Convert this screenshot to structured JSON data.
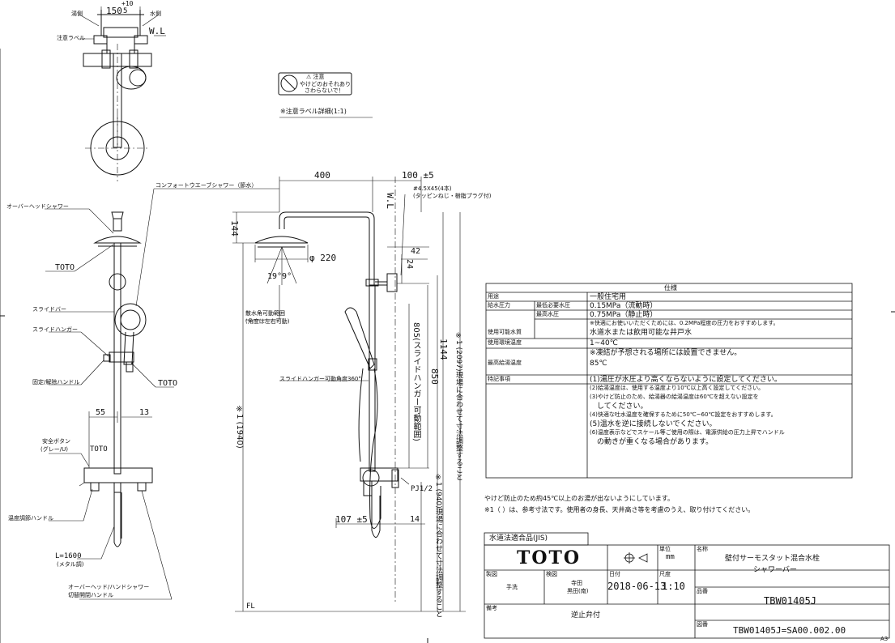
{
  "left_view": {
    "top_labels": {
      "hot": "湯側",
      "water": "水側",
      "dim_150": "150",
      "dim_5": "5",
      "dim_plus10": "+10",
      "wl": "W.L",
      "caution_label": "注意ラベル"
    },
    "labels": {
      "overhead_shower": "オーバーヘッドシャワー",
      "toto1": "TOTO",
      "slide_bar": "スライドバー",
      "slide_hanger": "スライドハンガー",
      "lock_handle": "固定/解除ハンドル",
      "toto2": "TOTO",
      "dim_55": "55",
      "dim_13": "13",
      "safety_button": "安全ボタン",
      "safety_button_gray": "(グレー/U)",
      "toto3": "TOTO",
      "temp_handle": "温度調節ハンドル",
      "hose_length": "L=1600",
      "hose_type": "(メタル調)",
      "switch_handle_1": "オーバーヘッド/ハンドシャワー",
      "switch_handle_2": "切替開閉ハンドル",
      "comfort_wave": "コンフォートウエーブシャワー（節水）"
    }
  },
  "caution": {
    "title": "⚠ 注意",
    "line1": "やけどのおそれあり",
    "line2": "さわらないで！",
    "caption": "※注意ラベル詳細(1:1)"
  },
  "right_view": {
    "dim_400": "400",
    "dim_100": "100 ±5",
    "wl": "W.L",
    "screw": "#4.5X45(4本)",
    "screw_note": "(タッピンねじ・樹脂プラグ付)",
    "dim_144": "144",
    "dim_220": "φ 220",
    "dim_42": "42",
    "dim_24": "24",
    "angle": "19°9°",
    "spray_angle_1": "散水角可動範囲",
    "spray_angle_2": "(角度は左右可動)",
    "dim_1144": "1144",
    "dim_850": "850",
    "hanger_range": "805(スライドハンガー可動範囲)",
    "hanger_rotate": "スライドハンガー可動角度360°",
    "total_1940": "※1 (1940)",
    "total_2097": "※1 (2097)現場に合わせて寸法調整すること",
    "note_1940": "※1 (940)現場に合わせて寸法調整すること",
    "pj": "PJ1/2",
    "dim_107": "107 ±5",
    "dim_14": "14",
    "fl": "FL"
  },
  "spec_table": {
    "title": "仕様",
    "rows": [
      {
        "k": "用途",
        "k2": "",
        "v": "一般住宅用"
      },
      {
        "k": "給水圧力",
        "k2": "最低必要水圧",
        "v": "0.15MPa（流動時）"
      },
      {
        "k": "",
        "k2": "最高水圧",
        "v": "0.75MPa（静止時）"
      },
      {
        "k": "",
        "k2": "",
        "v": "※快適にお使いいただくためには、0.2MPa程度の圧力をおすすめします。"
      },
      {
        "k": "使用可能水質",
        "k2": "",
        "v": "水道水または飲用可能な井戸水"
      },
      {
        "k": "使用環境温度",
        "k2": "",
        "v": "1~40℃"
      },
      {
        "k": "",
        "k2": "",
        "v": "※凍結が予想される場所には設置できません。"
      },
      {
        "k": "最高給湯温度",
        "k2": "",
        "v": "85℃"
      },
      {
        "k": "特記事項",
        "k2": "",
        "v": "(1)湯圧が水圧より高くならないように設定してください。"
      },
      {
        "k": "",
        "k2": "",
        "v": "(2)給湯温度は、使用する温度より10℃以上高く設定してください。"
      },
      {
        "k": "",
        "k2": "",
        "v": "(3)やけど防止のため、給湯器の給湯温度は60℃を超えない設定を"
      },
      {
        "k": "",
        "k2": "",
        "v": "　してください。"
      },
      {
        "k": "",
        "k2": "",
        "v": "(4)快適な吐水温度を確保するために50℃~60℃設定をおすすめします。"
      },
      {
        "k": "",
        "k2": "",
        "v": "(5)温水を逆に接続しないでください。"
      },
      {
        "k": "",
        "k2": "",
        "v": "(6)温度表示などでスケール等ご使用の際は、電源供給の圧力上昇でハンドル"
      },
      {
        "k": "",
        "k2": "",
        "v": "　の動きが重くなる場合があります。"
      }
    ]
  },
  "notes": {
    "line1": "やけど防止のため約45℃以上のお湯が出ないようにしています。",
    "line2": "※1（ ）は、参考寸法です。使用者の身長、天井高さ等を考慮のうえ、取り付けてください。"
  },
  "title_block": {
    "tab": "水道法適合品(JIS)",
    "logo": "TOTO",
    "unit_label": "単位",
    "unit": "mm",
    "name_label": "名称",
    "name": "壁付サーモスタット混合水栓",
    "subname": "シャワーバー",
    "dept_label": "製図",
    "dept_value": "手洗",
    "check_label": "検図",
    "check_value_1": "寺田",
    "check_value_2": "黒田(南)",
    "date_label": "日付",
    "date": "2018-06-13",
    "scale_label": "尺度",
    "scale": "1:10",
    "part_label": "品番",
    "part": "TBW01405J",
    "remark_label": "備考",
    "remark": "逆止弁付",
    "drawing_label": "図番",
    "drawing_no": "TBW01405J=SA00.002.00",
    "sheet": "A3"
  }
}
